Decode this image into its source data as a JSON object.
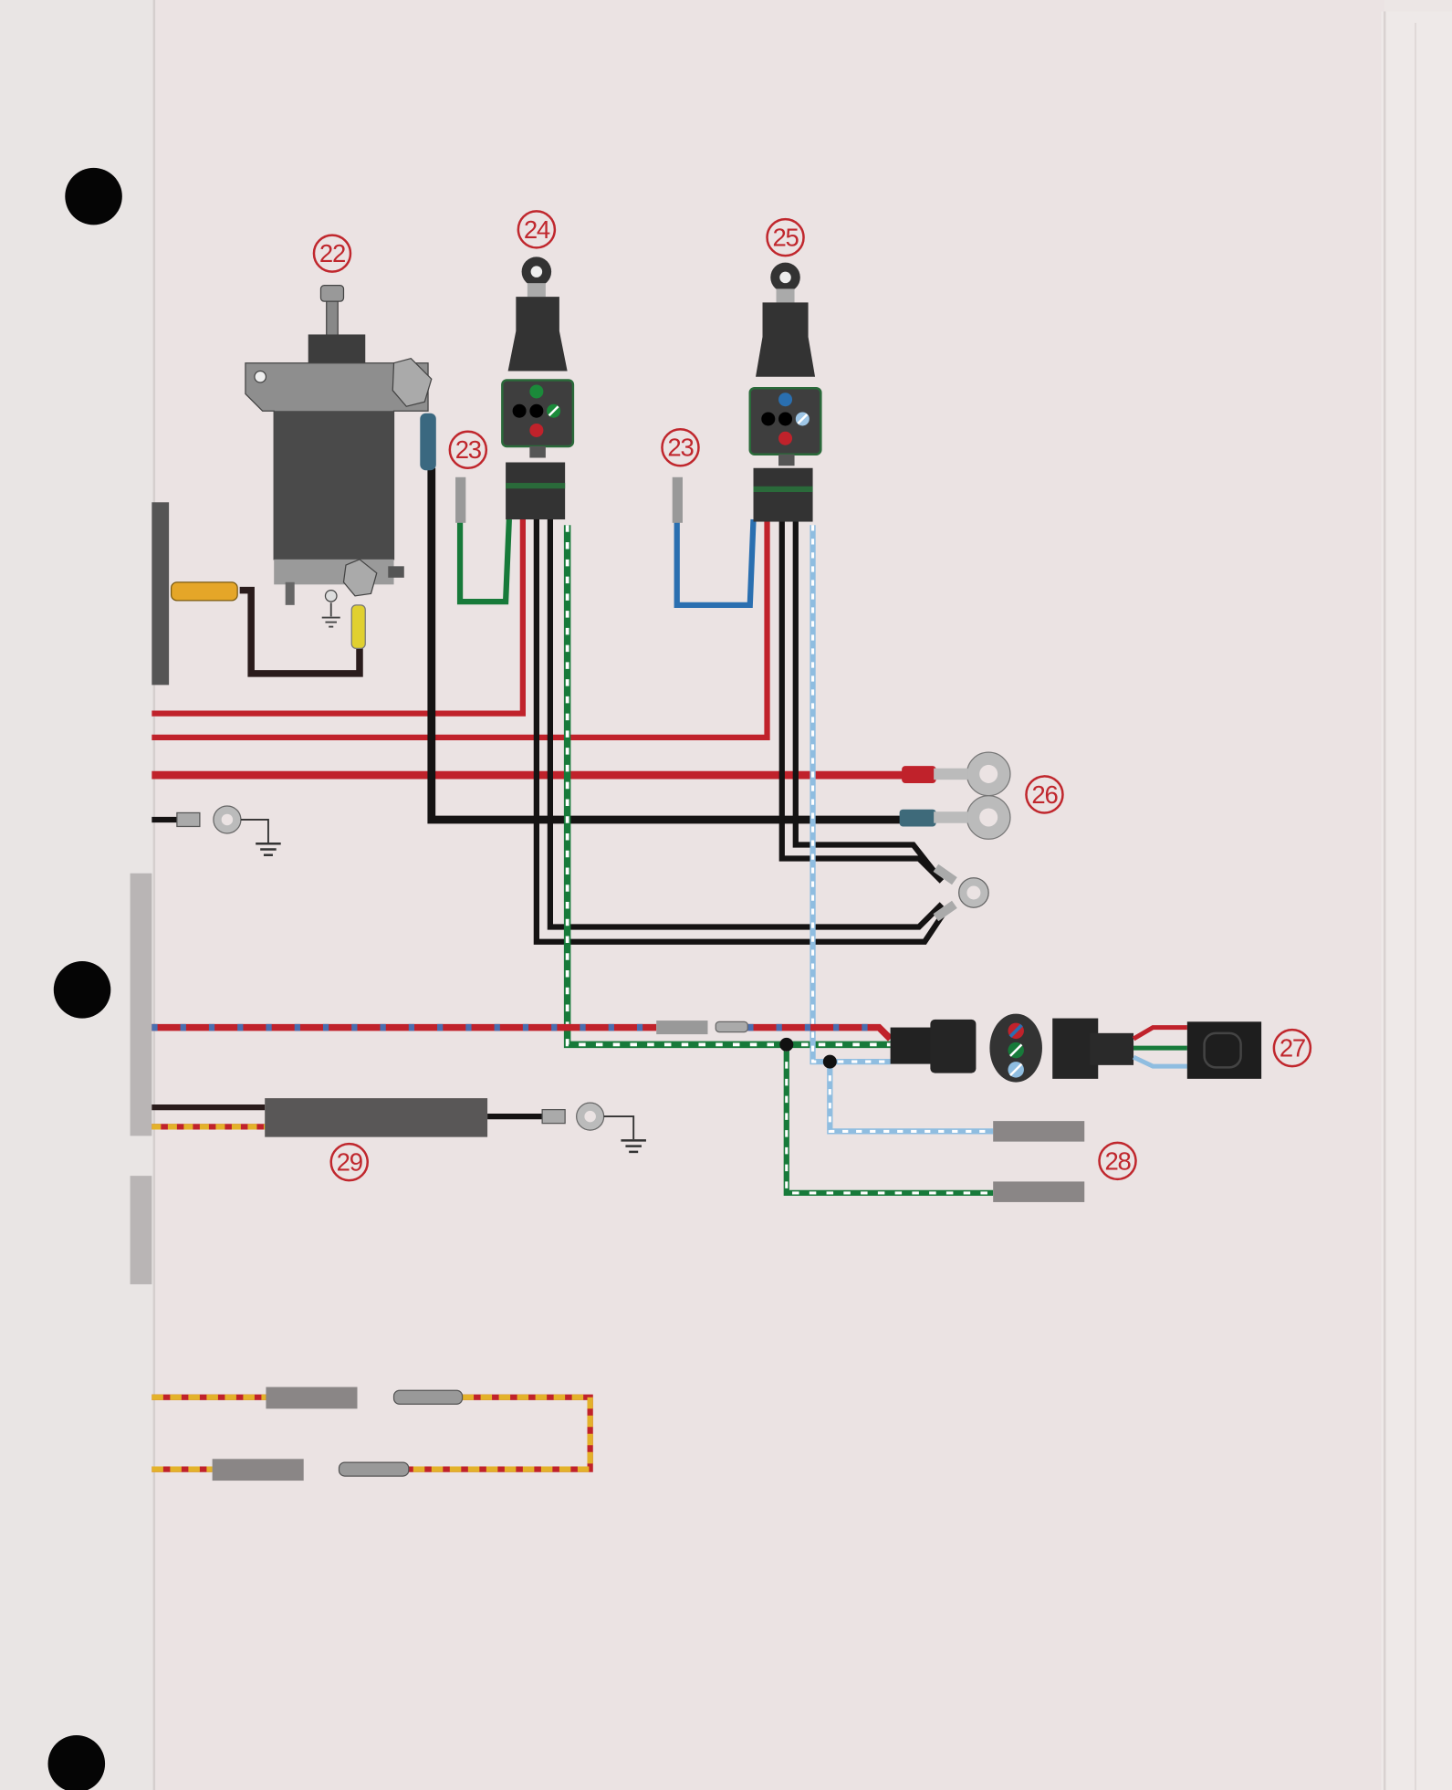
{
  "title": "Wiring diagram (scanned page)",
  "callouts": {
    "starter_motor": "22",
    "wire_end_green": "23",
    "wire_end_blue": "23",
    "relay_a": "24",
    "relay_b": "25",
    "battery_terminals": "26",
    "connector_plug": "27",
    "bullet_terminals": "28",
    "filter_module": "29"
  },
  "colors": {
    "red_wire": "#c0222b",
    "black_wire": "#151313",
    "green_wire": "#177a3a",
    "blue_wire": "#2a6fb0",
    "light_blue_wire": "#8fbde0",
    "yellow_wire": "#e3b22a",
    "callout": "#c0272d",
    "paper": "#ebe4e4"
  }
}
